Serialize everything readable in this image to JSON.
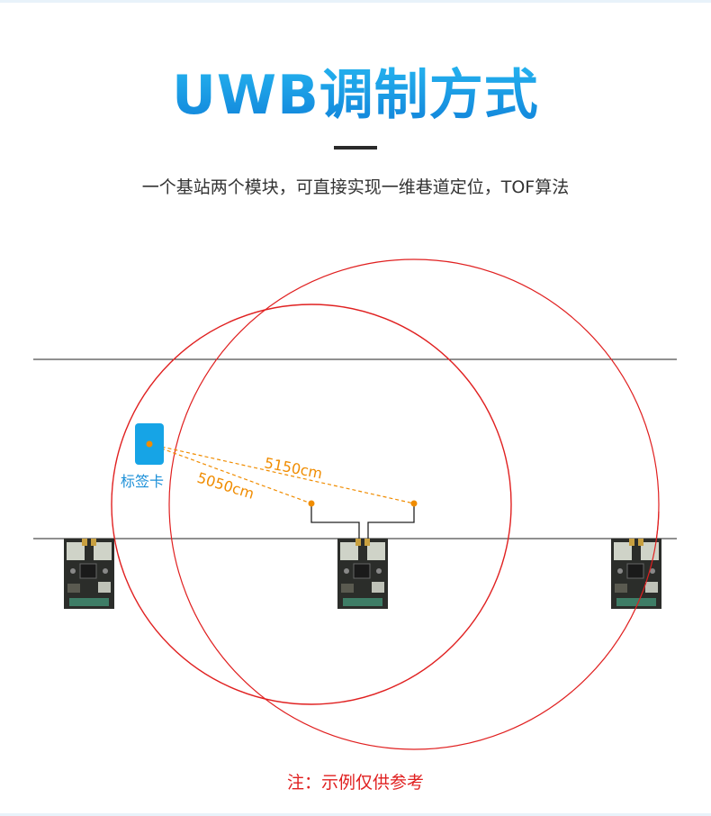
{
  "title": "UWB调制方式",
  "subtitle": "一个基站两个模块，可直接实现一维巷道定位，TOF算法",
  "tag": {
    "label": "标签卡"
  },
  "distances": {
    "d1": "5150cm",
    "d2": "5050cm"
  },
  "note": "注：示例仅供参考",
  "colors": {
    "title_gradient": [
      "#26b6f0",
      "#0f7fd8"
    ],
    "circle": "#e02020",
    "distance": "#f08c00",
    "tag": "#16a4e6",
    "note": "#e02020"
  },
  "icons": [
    "tag-card-icon",
    "uwb-module-board-icon"
  ]
}
